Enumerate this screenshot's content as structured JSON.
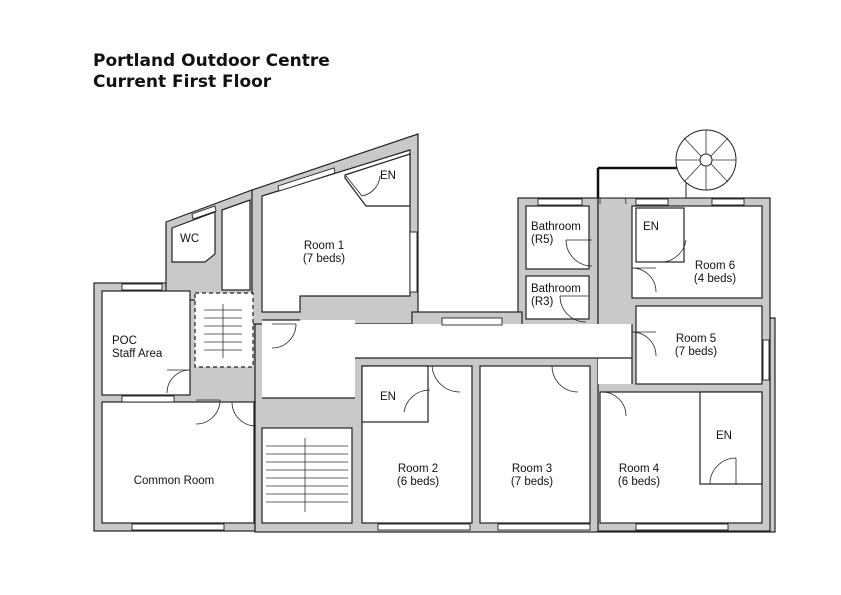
{
  "title": {
    "line1": "Portland Outdoor Centre",
    "line2": "Current First Floor"
  },
  "rooms": {
    "wc": "WC",
    "room1_name": "Room 1",
    "room1_beds": "(7 beds)",
    "en_room1": "EN",
    "bath_r5_name": "Bathroom",
    "bath_r5_code": "(R5)",
    "bath_r3_name": "Bathroom",
    "bath_r3_code": "(R3)",
    "en_room6": "EN",
    "room6_name": "Room 6",
    "room6_beds": "(4 beds)",
    "room5_name": "Room 5",
    "room5_beds": "(7 beds)",
    "poc_line1": "POC",
    "poc_line2": "Staff Area",
    "en_room2": "EN",
    "room2_name": "Room 2",
    "room2_beds": "(6 beds)",
    "room3_name": "Room 3",
    "room3_beds": "(7 beds)",
    "room4_name": "Room 4",
    "room4_beds": "(6 beds)",
    "en_room4": "EN",
    "common_room": "Common Room"
  },
  "colors": {
    "wall_fill": "#c9c9c9",
    "outline": "#222222",
    "background": "#ffffff"
  }
}
